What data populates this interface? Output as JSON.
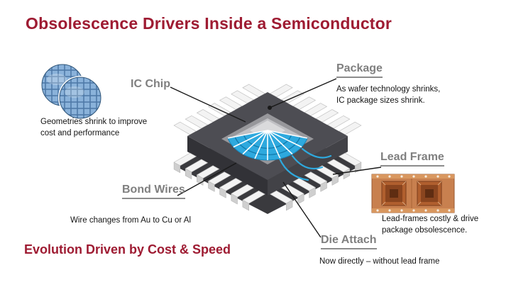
{
  "slide": {
    "title": "Obsolescence Drivers Inside a Semiconductor",
    "footer": "Evolution Driven by Cost & Speed"
  },
  "callouts": {
    "ic_chip": {
      "label": "IC Chip",
      "desc": "Geometries shrink to improve\ncost and performance"
    },
    "package": {
      "label": "Package",
      "desc": "As wafer technology shrinks,\nIC package sizes shrink."
    },
    "lead_frame": {
      "label": "Lead Frame",
      "desc": "Lead-frames costly & drive\npackage obsolescence."
    },
    "bond_wires": {
      "label": "Bond Wires",
      "desc": "Wire changes from Au to Cu or Al"
    },
    "die_attach": {
      "label": "Die Attach",
      "desc": "Now directly – without lead frame"
    }
  },
  "colors": {
    "title_red": "#9e1b32",
    "label_gray": "#7f7f7f",
    "wafer_blue": "#8ab2da",
    "bond_wire_blue": "#2ea9de",
    "package_gray": "#4d4d53",
    "lead_frame_copper": "#c8804f"
  },
  "images": {
    "wafer": "silicon-wafer-discs",
    "chip": "semiconductor-package-cutaway",
    "lead_frame": "copper-lead-frame-strip"
  }
}
